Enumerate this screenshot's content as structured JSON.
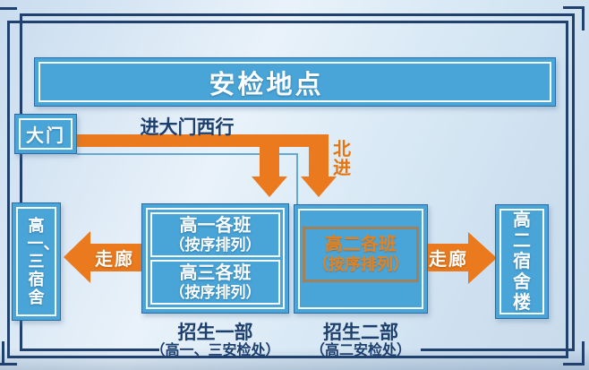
{
  "banner": {
    "title": "安检地点"
  },
  "gate": {
    "label": "大门"
  },
  "route": {
    "west_instruction": "进大门西行",
    "north_instruction": "北进"
  },
  "corridors": {
    "left_label": "走廊",
    "right_label": "走廊"
  },
  "dorm_left": {
    "label": "高一、三宿舍"
  },
  "dorm_right": {
    "label": "高二宿舍楼"
  },
  "dept1": {
    "name": "招生一部",
    "checkpoint": "（高一、三安检处）",
    "rooms": [
      {
        "title": "高一各班",
        "subtitle": "（按序排列）"
      },
      {
        "title": "高三各班",
        "subtitle": "（按序排列）"
      }
    ]
  },
  "dept2": {
    "name": "招生二部",
    "checkpoint": "（高二安检处）",
    "room": {
      "title": "高二各班",
      "subtitle": "（按序排列）"
    }
  },
  "colors": {
    "box_blue": "#49a4d7",
    "arrow_orange": "#ea7a1d",
    "frame_navy": "#20406e",
    "text_navy": "#1d3f6e",
    "room_border_muted": "#a0815a",
    "room_text_orange": "#e5821e",
    "thin_path_blue": "#63a9d0"
  }
}
